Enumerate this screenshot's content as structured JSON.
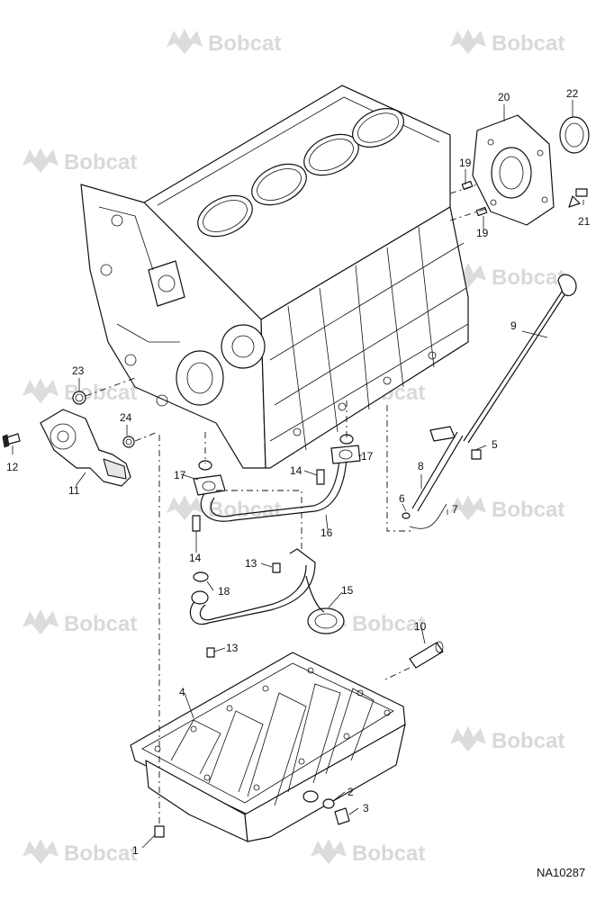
{
  "watermark": {
    "text": "Bobcat",
    "icon": "bobcat-logo-icon"
  },
  "document_number": "NA10287",
  "callouts": [
    "1",
    "2",
    "3",
    "4",
    "5",
    "6",
    "7",
    "8",
    "9",
    "10",
    "11",
    "12",
    "13",
    "13",
    "14",
    "14",
    "15",
    "16",
    "17",
    "17",
    "18",
    "19",
    "19",
    "20",
    "21",
    "22",
    "23",
    "24"
  ]
}
